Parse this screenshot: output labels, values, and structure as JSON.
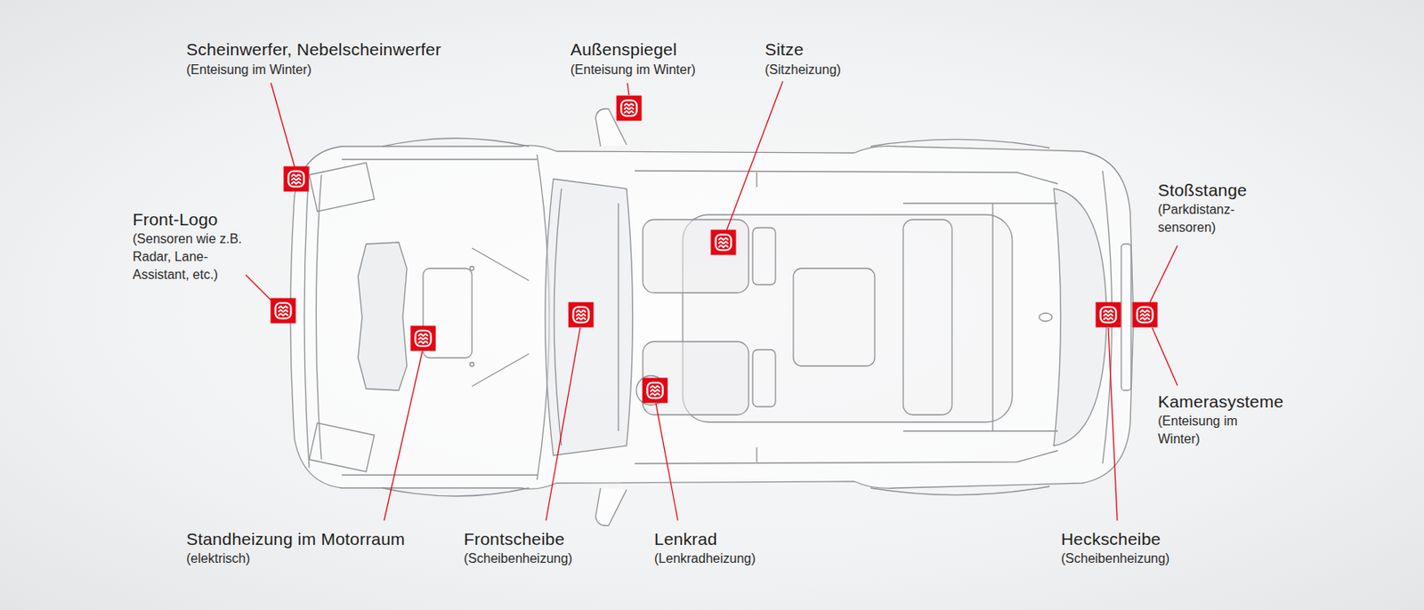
{
  "diagram": {
    "labels": [
      "Scheinwerfer, Nebelscheinwerfer",
      "(Enteisung im Winter)",
      "Außenspiegel",
      "(Enteisung im Winter)",
      "Sitze",
      "(Sitzheizung)",
      "Front-Logo",
      "(Sensoren wie z.B. Radar, Lane- Assistant, etc.)",
      "Stoßstange",
      "(Parkdistanz- sensoren)",
      "Kamerasysteme",
      "(Enteisung im Winter)",
      "Standheizung im Motorraum",
      "(elektrisch)",
      "Frontscheibe",
      "(Scheibenheizung)",
      "Lenkrad",
      "(Lenkradheizung)",
      "Heckscheibe",
      "(Scheibenheizung)"
    ]
  }
}
